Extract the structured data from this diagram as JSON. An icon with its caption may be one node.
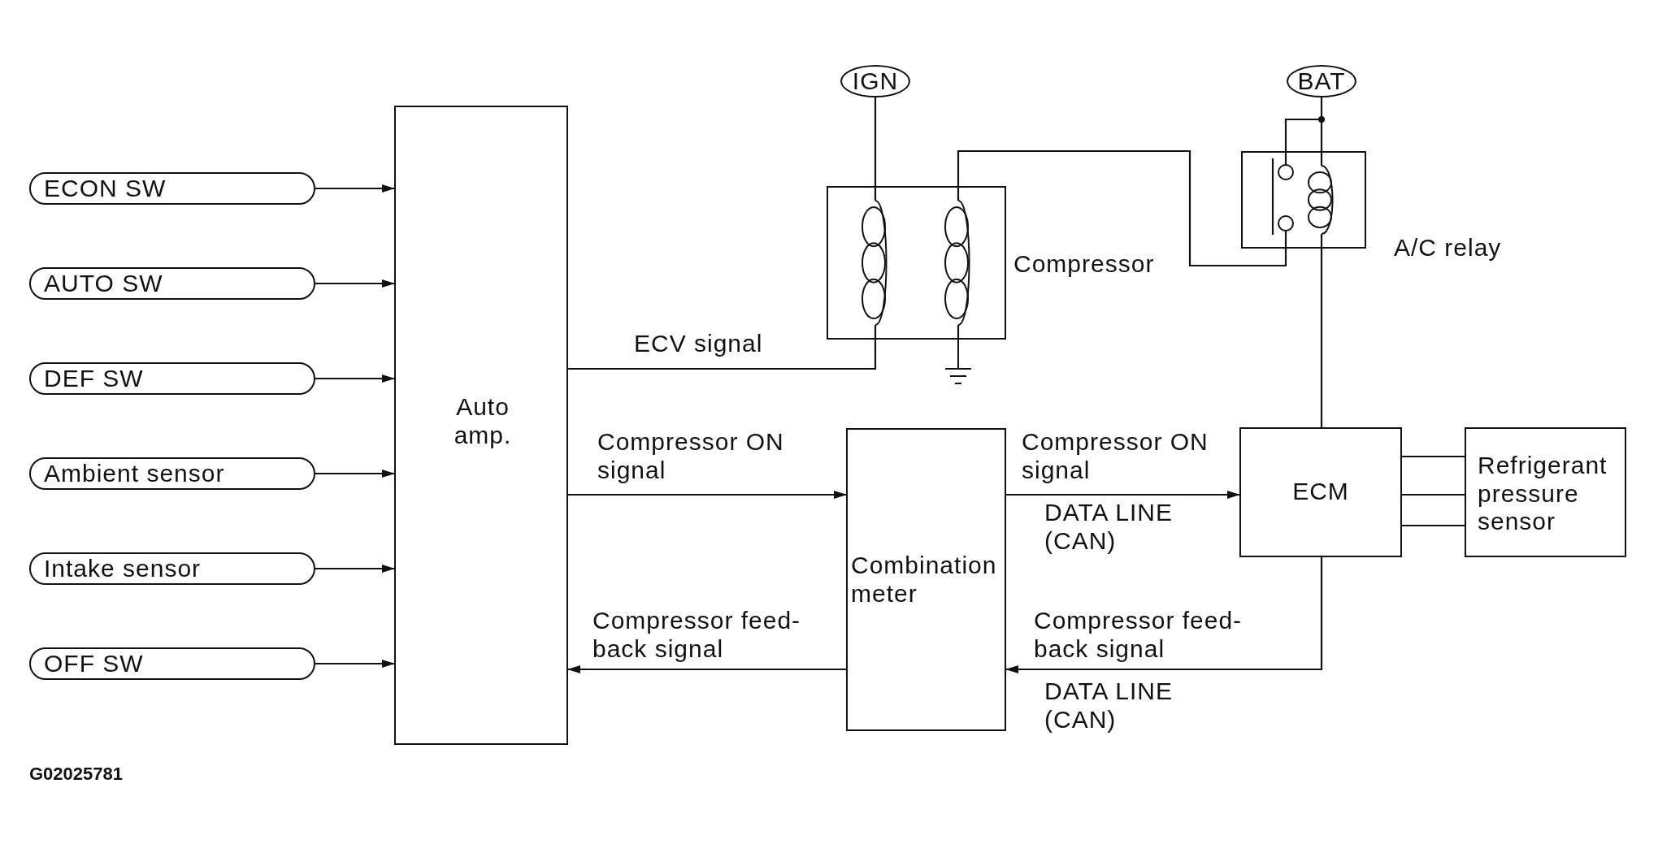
{
  "diagram": {
    "nodes": [
      {
        "text": [
          "ECON SW"
        ]
      },
      {
        "text": [
          "AUTO SW"
        ]
      },
      {
        "text": [
          "DEF SW"
        ]
      },
      {
        "text": [
          "Ambient sensor"
        ]
      },
      {
        "text": [
          "Intake sensor"
        ]
      },
      {
        "text": [
          "OFF SW"
        ]
      },
      {
        "text": [
          "Auto amp."
        ]
      },
      {
        "text": [
          "IGN"
        ]
      },
      {
        "text": [
          "BAT"
        ]
      },
      {
        "text": [],
        "shape": "box",
        "beside": [
          "Compressor"
        ]
      },
      {
        "text": [],
        "shape": "box",
        "beside": [
          "A/C relay"
        ]
      },
      {
        "text": [
          "Combination meter"
        ]
      },
      {
        "text": [
          "ECM"
        ]
      },
      {
        "text": [
          "Refrigerant pressure sensor"
        ]
      }
    ],
    "edges": [
      {
        "from": 0,
        "to": 6,
        "arrow": "to"
      },
      {
        "from": 1,
        "to": 6,
        "arrow": "to"
      },
      {
        "from": 2,
        "to": 6,
        "arrow": "to"
      },
      {
        "from": 3,
        "to": 6,
        "arrow": "to"
      },
      {
        "from": 4,
        "to": 6,
        "arrow": "to"
      },
      {
        "from": 5,
        "to": 6,
        "arrow": "to"
      },
      {
        "from": 7,
        "to": 9,
        "arrow": "none"
      },
      {
        "from": 6,
        "to": 9,
        "arrow": "none",
        "label": "ECV signal"
      },
      {
        "from": 9,
        "to": 10,
        "arrow": "none"
      },
      {
        "from": 8,
        "to": 10,
        "arrow": "none"
      },
      {
        "from": 10,
        "to": 12,
        "arrow": "none"
      },
      {
        "from": 6,
        "to": 11,
        "arrow": "to",
        "label": "Compressor ON signal"
      },
      {
        "from": 11,
        "to": 12,
        "arrow": "to",
        "label": "Compressor ON signal"
      },
      {
        "from": 12,
        "to": 11,
        "arrow": "to",
        "label": "Compressor feed-back signal"
      },
      {
        "from": 11,
        "to": 6,
        "arrow": "to",
        "label": "Compressor feed-back signal"
      },
      {
        "from": 12,
        "to": 13,
        "arrow": "none"
      },
      {
        "from": 12,
        "to": 13,
        "arrow": "none"
      },
      {
        "from": 12,
        "to": 13,
        "arrow": "none"
      }
    ],
    "labels": [
      "DATA LINE (CAN)",
      "DATA LINE (CAN)",
      "G02025781"
    ]
  }
}
